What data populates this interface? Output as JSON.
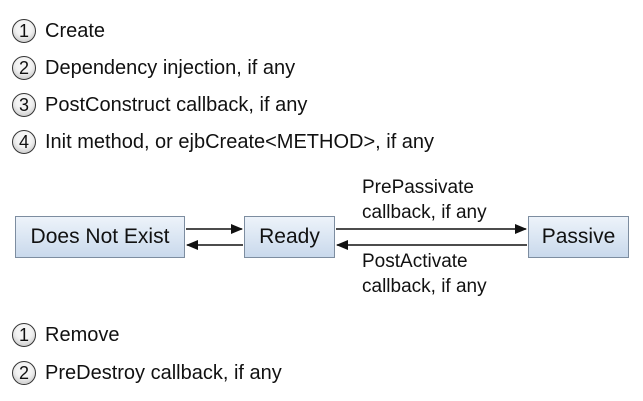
{
  "create_steps": [
    {
      "number": "1",
      "label": "Create"
    },
    {
      "number": "2",
      "label": "Dependency injection, if any"
    },
    {
      "number": "3",
      "label": "PostConstruct callback, if any"
    },
    {
      "number": "4",
      "label": "Init method, or ejbCreate<METHOD>, if any"
    }
  ],
  "states": {
    "does_not_exist": "Does Not Exist",
    "ready": "Ready",
    "passive": "Passive"
  },
  "transitions": {
    "passivate_line1": "PrePassivate",
    "passivate_line2": "callback, if any",
    "activate_line1": "PostActivate",
    "activate_line2": "callback, if any"
  },
  "remove_steps": [
    {
      "number": "1",
      "label": "Remove"
    },
    {
      "number": "2",
      "label": "PreDestroy callback, if any"
    }
  ]
}
